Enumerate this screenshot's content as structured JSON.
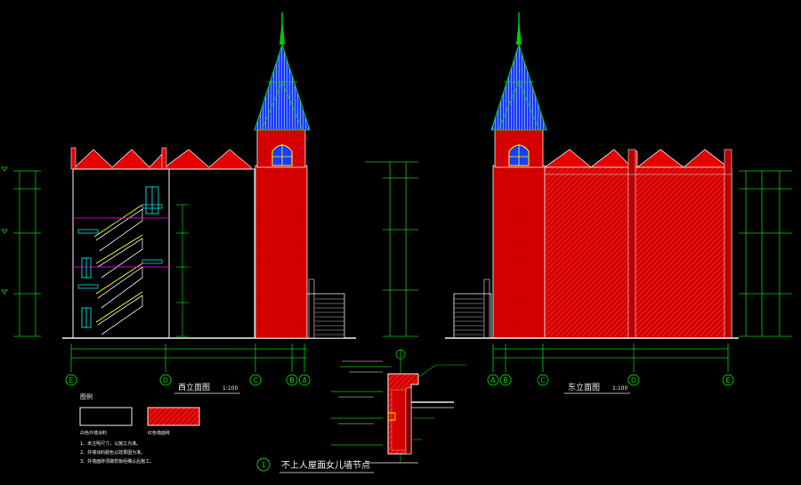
{
  "colors": {
    "background": "#000000",
    "brick": "#d40000",
    "roof_red": "#e60000",
    "dim_green": "#00d000",
    "spire_blue": "#1a3cff",
    "outline_white": "#f0f0f0",
    "magenta": "#ff00ff",
    "cyan": "#00e0e0",
    "yellow": "#ffff00",
    "grid_blue": "#5c7cff"
  },
  "left_elevation": {
    "title": "西立面图",
    "scale": "1:100",
    "axis_labels": [
      "E",
      "D",
      "C",
      "B",
      "A"
    ]
  },
  "right_elevation": {
    "title": "东立面图",
    "scale": "1:100",
    "axis_labels": [
      "A",
      "B",
      "C",
      "D",
      "E"
    ]
  },
  "legend": {
    "heading": "图例",
    "items": [
      {
        "label": "白色外墙涂料",
        "swatch": "white-outline"
      },
      {
        "label": "红色墙面砖",
        "swatch": "red-hatch"
      }
    ],
    "notes": [
      "1、未注明尺寸，以施工为准。",
      "2、外墙涂料颜色以效果图为准。",
      "3、外墙面砖须做样板经确认后施工。"
    ]
  },
  "detail": {
    "number": "1",
    "title": "不上人屋面女儿墙节点"
  }
}
